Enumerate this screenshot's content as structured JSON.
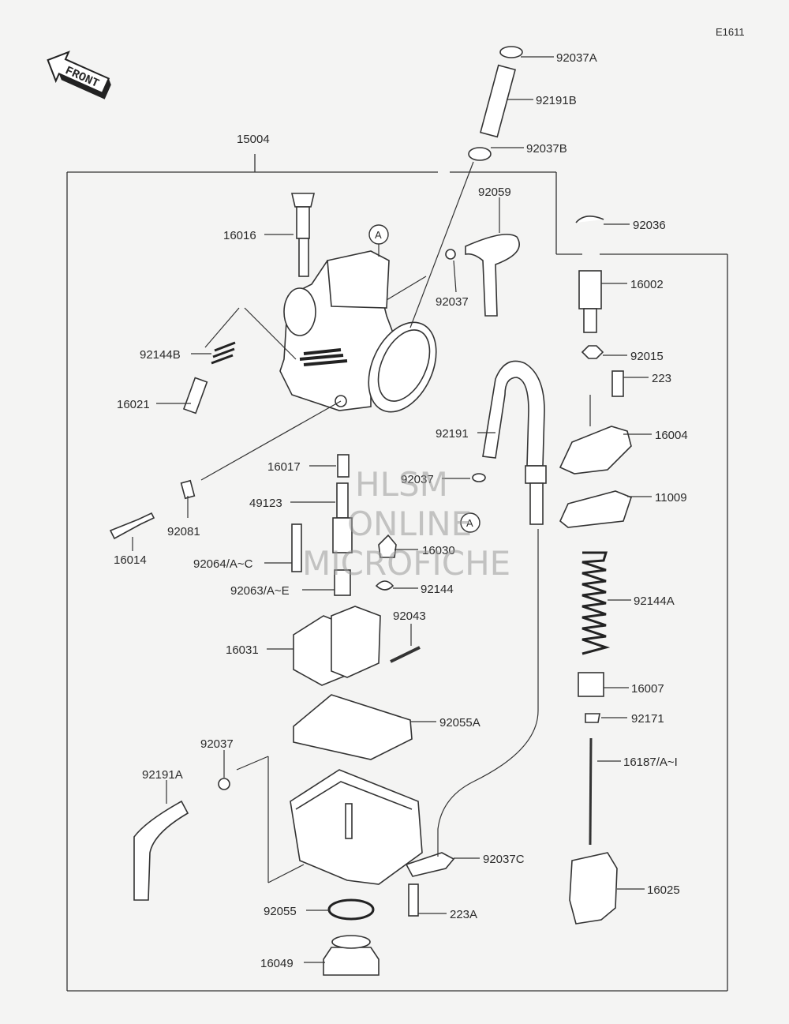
{
  "diagram": {
    "code": "E1611",
    "front_label": "FRONT",
    "assembly_label": "15004",
    "circle_marker": "A",
    "watermark": {
      "line1": "HLSM",
      "line2": "ONLINE",
      "line3": "MICROFICHE"
    },
    "parts": [
      "92037A",
      "92191B",
      "92037B",
      "92059",
      "92036",
      "16002",
      "16016",
      "92037",
      "92144B",
      "92015",
      "223",
      "16021",
      "16004",
      "92191",
      "16017",
      "92037",
      "11009",
      "49123",
      "92081",
      "16014",
      "16030",
      "92064/A~C",
      "92063/A~E",
      "92144",
      "92144A",
      "92043",
      "16031",
      "16007",
      "92055A",
      "92171",
      "92037",
      "16187/A~I",
      "92191A",
      "92037C",
      "16025",
      "92055",
      "223A",
      "16049"
    ]
  }
}
